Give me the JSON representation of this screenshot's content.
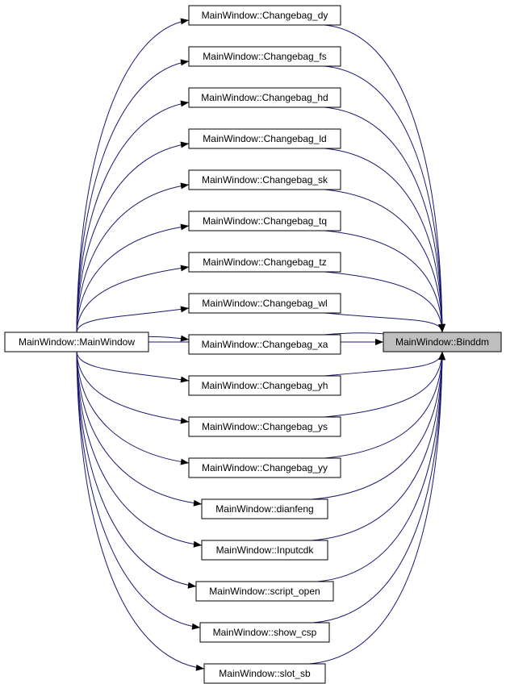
{
  "graph": {
    "source": "MainWindow::MainWindow",
    "target": "MainWindow::Binddm",
    "edge_color": "#191970",
    "target_fill": "#bfbfbf",
    "middle": [
      "MainWindow::Changebag_dy",
      "MainWindow::Changebag_fs",
      "MainWindow::Changebag_hd",
      "MainWindow::Changebag_ld",
      "MainWindow::Changebag_sk",
      "MainWindow::Changebag_tq",
      "MainWindow::Changebag_tz",
      "MainWindow::Changebag_wl",
      "MainWindow::Changebag_xa",
      "MainWindow::Changebag_yh",
      "MainWindow::Changebag_ys",
      "MainWindow::Changebag_yy",
      "MainWindow::dianfeng",
      "MainWindow::Inputcdk",
      "MainWindow::script_open",
      "MainWindow::show_csp",
      "MainWindow::slot_sb"
    ]
  }
}
